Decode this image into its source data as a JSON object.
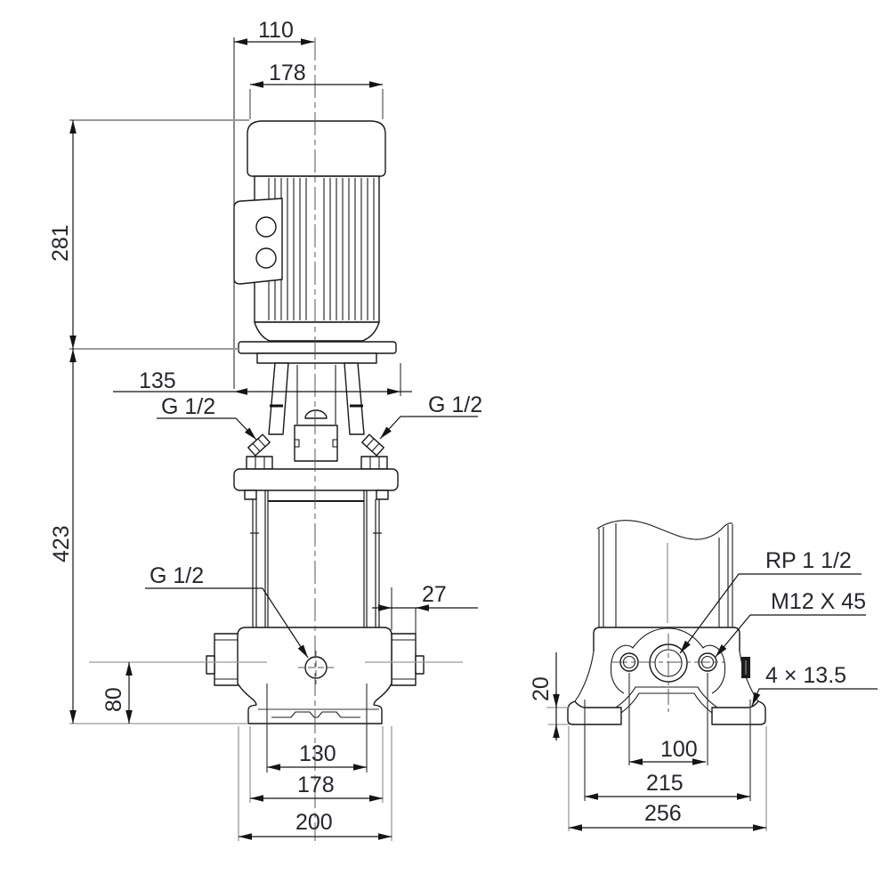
{
  "drawing": {
    "kind": "pump-dimensional-drawing",
    "views": [
      "front-view",
      "side-view"
    ]
  },
  "dims": {
    "box_to_center": "110",
    "motor_width": "178",
    "motor_height": "281",
    "flange_width": "135",
    "pump_height": "423",
    "port_projection": "27",
    "port_center_height": "80",
    "foot_slot_width": "130",
    "base_plate_width": "178",
    "base_width": "200",
    "foot_thickness": "20",
    "port_bolt_spacing": "100",
    "foot_hole_spacing": "215",
    "base_overall_width": "256"
  },
  "labels": {
    "plug_left": "G 1/2",
    "plug_right": "G 1/2",
    "drain_plug": "G 1/2",
    "port_thread": "RP 1 1/2",
    "staybolt": "M12 X 45",
    "foot_holes": "4 × 13.5"
  },
  "colors": {
    "line": "#161616",
    "text": "#26262e",
    "extension": "#9a9a9a",
    "background": "#ffffff"
  }
}
